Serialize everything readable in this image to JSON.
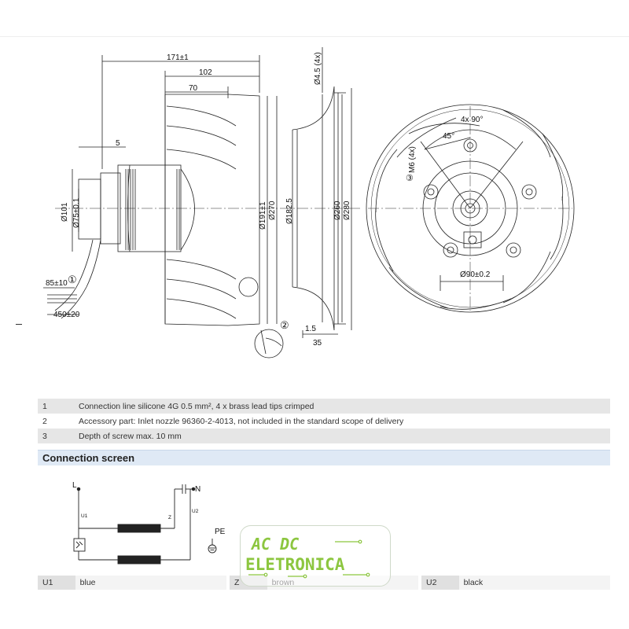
{
  "drawing": {
    "side": {
      "d171": "171±1",
      "d102": "102",
      "d70": "70",
      "d5": "5",
      "dia101": "Ø101",
      "dia75": "Ø75±0.1",
      "dia191": "Ø191±1",
      "dia270": "Ø270",
      "cable85": "85±10",
      "cable450": "450±20",
      "callout1": "①"
    },
    "nozzle": {
      "hole": "Ø4.5 (4x)",
      "dia182": "Ø182.5",
      "dia260": "Ø260",
      "dia280": "Ø280",
      "d15": "1.5",
      "d35": "35",
      "callout2": "②"
    },
    "front": {
      "angle90": "4x 90°",
      "angle45": "45°",
      "m6": "M6 (4x)",
      "callout3": "③",
      "dia90": "Ø90±0.2"
    }
  },
  "notes": [
    {
      "num": "1",
      "text": "Connection line silicone 4G 0.5 mm², 4 x brass lead tips crimped"
    },
    {
      "num": "2",
      "text": "Accessory part: Inlet nozzle 96360-2-4013, not included in the standard scope of delivery"
    },
    {
      "num": "3",
      "text": "Depth of screw max. 10 mm"
    }
  ],
  "section_title": "Connection screen",
  "connection": {
    "L": "L",
    "N": "N",
    "U1": "U1",
    "U2": "U2",
    "Z": "Z",
    "PE": "PE"
  },
  "legend": [
    {
      "code": "U1",
      "color": "blue"
    },
    {
      "code": "Z",
      "color": "brown"
    },
    {
      "code": "U2",
      "color": "black"
    }
  ],
  "watermark": {
    "line1": "AC DC",
    "line2": "ELETRONICA",
    "color": "#8cc63f"
  }
}
